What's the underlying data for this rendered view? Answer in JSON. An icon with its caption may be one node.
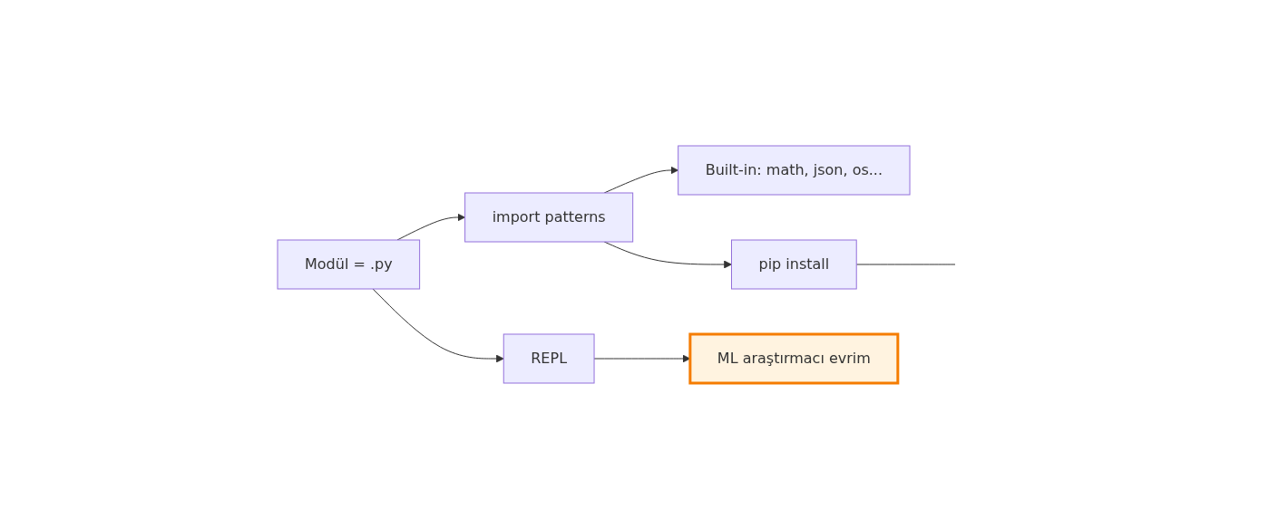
{
  "diagram": {
    "nodes": [
      {
        "text": [
          "Modül = .py"
        ]
      },
      {
        "text": [
          "import patterns"
        ]
      },
      {
        "text": [
          "Built-in: math, json, os..."
        ]
      },
      {
        "text": [
          "pip install"
        ]
      },
      {
        "text": [
          "REPL"
        ]
      },
      {
        "text": [
          "ML araştırmacı evrim"
        ]
      }
    ],
    "edges": [
      {
        "from": 0,
        "to": 1,
        "arrow": "to"
      },
      {
        "from": 1,
        "to": 2,
        "arrow": "to"
      },
      {
        "from": 1,
        "to": 3,
        "arrow": "to"
      },
      {
        "from": 0,
        "to": 4,
        "arrow": "to"
      },
      {
        "from": 4,
        "to": 5,
        "arrow": "to"
      },
      {
        "from": 3,
        "to": null,
        "arrow": "none"
      }
    ]
  }
}
